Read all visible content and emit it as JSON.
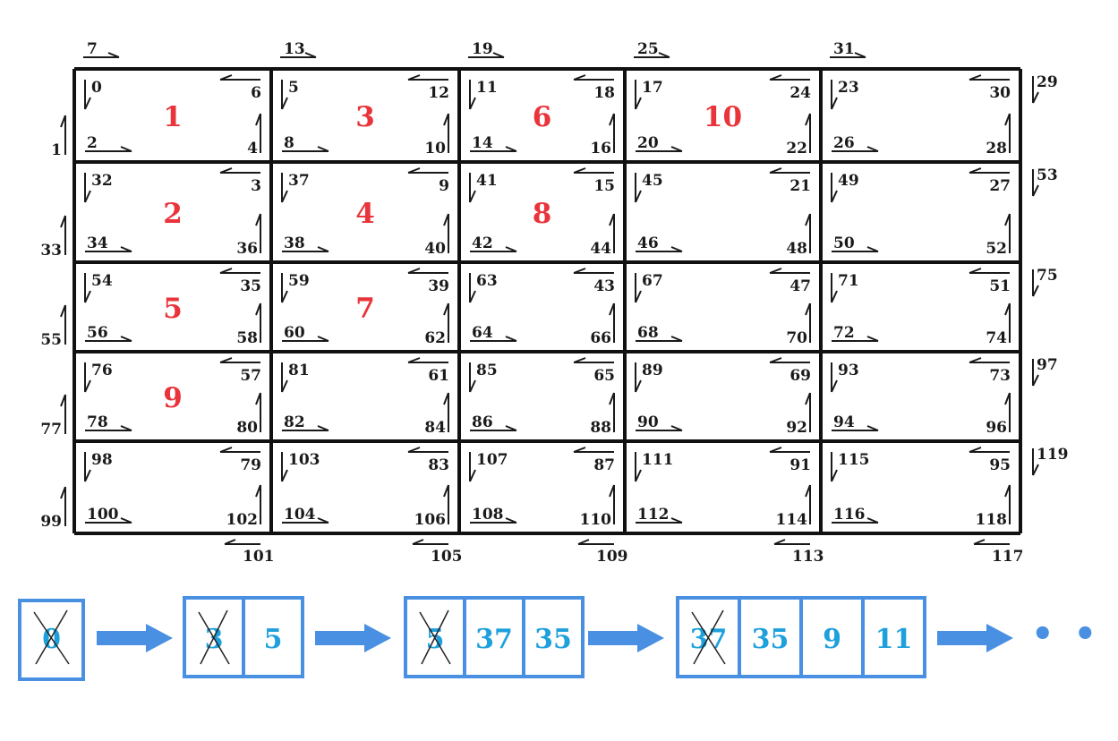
{
  "colors": {
    "grid": "#111111",
    "label": "#1a1a1a",
    "cell_number": "#e8343a",
    "queue_border": "#4a90e2",
    "queue_text": "#1ea0dc",
    "arrow_fill": "#4a90e2",
    "cross": "#222222"
  },
  "grid": {
    "rows": 5,
    "cols": 5,
    "cells": [
      {
        "r": 0,
        "c": 0,
        "tl": "0",
        "tr": "6",
        "bl": "2",
        "br": "4",
        "num": "1"
      },
      {
        "r": 0,
        "c": 1,
        "tl": "5",
        "tr": "12",
        "bl": "8",
        "br": "10",
        "num": "3"
      },
      {
        "r": 0,
        "c": 2,
        "tl": "11",
        "tr": "18",
        "bl": "14",
        "br": "16",
        "num": "6"
      },
      {
        "r": 0,
        "c": 3,
        "tl": "17",
        "tr": "24",
        "bl": "20",
        "br": "22",
        "num": "10"
      },
      {
        "r": 0,
        "c": 4,
        "tl": "23",
        "tr": "30",
        "bl": "26",
        "br": "28",
        "num": ""
      },
      {
        "r": 1,
        "c": 0,
        "tl": "32",
        "tr": "3",
        "bl": "34",
        "br": "36",
        "num": "2"
      },
      {
        "r": 1,
        "c": 1,
        "tl": "37",
        "tr": "9",
        "bl": "38",
        "br": "40",
        "num": "4"
      },
      {
        "r": 1,
        "c": 2,
        "tl": "41",
        "tr": "15",
        "bl": "42",
        "br": "44",
        "num": "8"
      },
      {
        "r": 1,
        "c": 3,
        "tl": "45",
        "tr": "21",
        "bl": "46",
        "br": "48",
        "num": ""
      },
      {
        "r": 1,
        "c": 4,
        "tl": "49",
        "tr": "27",
        "bl": "50",
        "br": "52",
        "num": ""
      },
      {
        "r": 2,
        "c": 0,
        "tl": "54",
        "tr": "35",
        "bl": "56",
        "br": "58",
        "num": "5"
      },
      {
        "r": 2,
        "c": 1,
        "tl": "59",
        "tr": "39",
        "bl": "60",
        "br": "62",
        "num": "7"
      },
      {
        "r": 2,
        "c": 2,
        "tl": "63",
        "tr": "43",
        "bl": "64",
        "br": "66",
        "num": ""
      },
      {
        "r": 2,
        "c": 3,
        "tl": "67",
        "tr": "47",
        "bl": "68",
        "br": "70",
        "num": ""
      },
      {
        "r": 2,
        "c": 4,
        "tl": "71",
        "tr": "51",
        "bl": "72",
        "br": "74",
        "num": ""
      },
      {
        "r": 3,
        "c": 0,
        "tl": "76",
        "tr": "57",
        "bl": "78",
        "br": "80",
        "num": "9"
      },
      {
        "r": 3,
        "c": 1,
        "tl": "81",
        "tr": "61",
        "bl": "82",
        "br": "84",
        "num": ""
      },
      {
        "r": 3,
        "c": 2,
        "tl": "85",
        "tr": "65",
        "bl": "86",
        "br": "88",
        "num": ""
      },
      {
        "r": 3,
        "c": 3,
        "tl": "89",
        "tr": "69",
        "bl": "90",
        "br": "92",
        "num": ""
      },
      {
        "r": 3,
        "c": 4,
        "tl": "93",
        "tr": "73",
        "bl": "94",
        "br": "96",
        "num": ""
      },
      {
        "r": 4,
        "c": 0,
        "tl": "98",
        "tr": "79",
        "bl": "100",
        "br": "102",
        "num": ""
      },
      {
        "r": 4,
        "c": 1,
        "tl": "103",
        "tr": "83",
        "bl": "104",
        "br": "106",
        "num": ""
      },
      {
        "r": 4,
        "c": 2,
        "tl": "107",
        "tr": "87",
        "bl": "108",
        "br": "110",
        "num": ""
      },
      {
        "r": 4,
        "c": 3,
        "tl": "111",
        "tr": "91",
        "bl": "112",
        "br": "114",
        "num": ""
      },
      {
        "r": 4,
        "c": 4,
        "tl": "115",
        "tr": "95",
        "bl": "116",
        "br": "118",
        "num": ""
      }
    ],
    "top_labels": [
      "7",
      "13",
      "19",
      "25",
      "31"
    ],
    "bottom_labels": [
      "101",
      "105",
      "109",
      "113",
      "117"
    ],
    "left_labels": [
      "1",
      "33",
      "55",
      "77",
      "99"
    ],
    "right_labels": [
      "29",
      "53",
      "75",
      "97",
      "119"
    ]
  },
  "queue": {
    "stages": [
      {
        "items": [
          {
            "text": "0",
            "crossed": true
          }
        ]
      },
      {
        "items": [
          {
            "text": "3",
            "crossed": true
          },
          {
            "text": "5",
            "crossed": false
          }
        ]
      },
      {
        "items": [
          {
            "text": "5",
            "crossed": true
          },
          {
            "text": "37",
            "crossed": false
          },
          {
            "text": "35",
            "crossed": false
          }
        ]
      },
      {
        "items": [
          {
            "text": "37",
            "crossed": true
          },
          {
            "text": "35",
            "crossed": false
          },
          {
            "text": "9",
            "crossed": false
          },
          {
            "text": "11",
            "crossed": false
          }
        ]
      }
    ],
    "ellipsis": "• • • •"
  }
}
